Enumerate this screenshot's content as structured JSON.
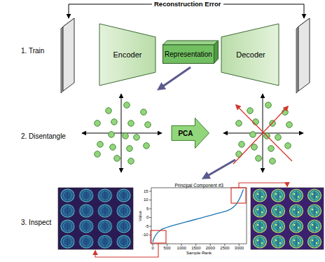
{
  "diagram": {
    "nodes": [
      {
        "text": [
          "Encoder"
        ]
      },
      {
        "text": [
          "Representation"
        ]
      },
      {
        "text": [
          "Decoder"
        ]
      },
      {
        "text": [
          "PCA"
        ]
      }
    ],
    "labels": [
      "Reconstruction Error",
      "1. Train",
      "2. Disentangle",
      "3. Inspect",
      "Principal Component #3",
      "15",
      "10",
      "5",
      "0",
      "-5",
      "-10",
      "0",
      "500",
      "1000",
      "1500",
      "2000",
      "2500",
      "3000",
      "Sample Rank",
      "Value"
    ]
  }
}
